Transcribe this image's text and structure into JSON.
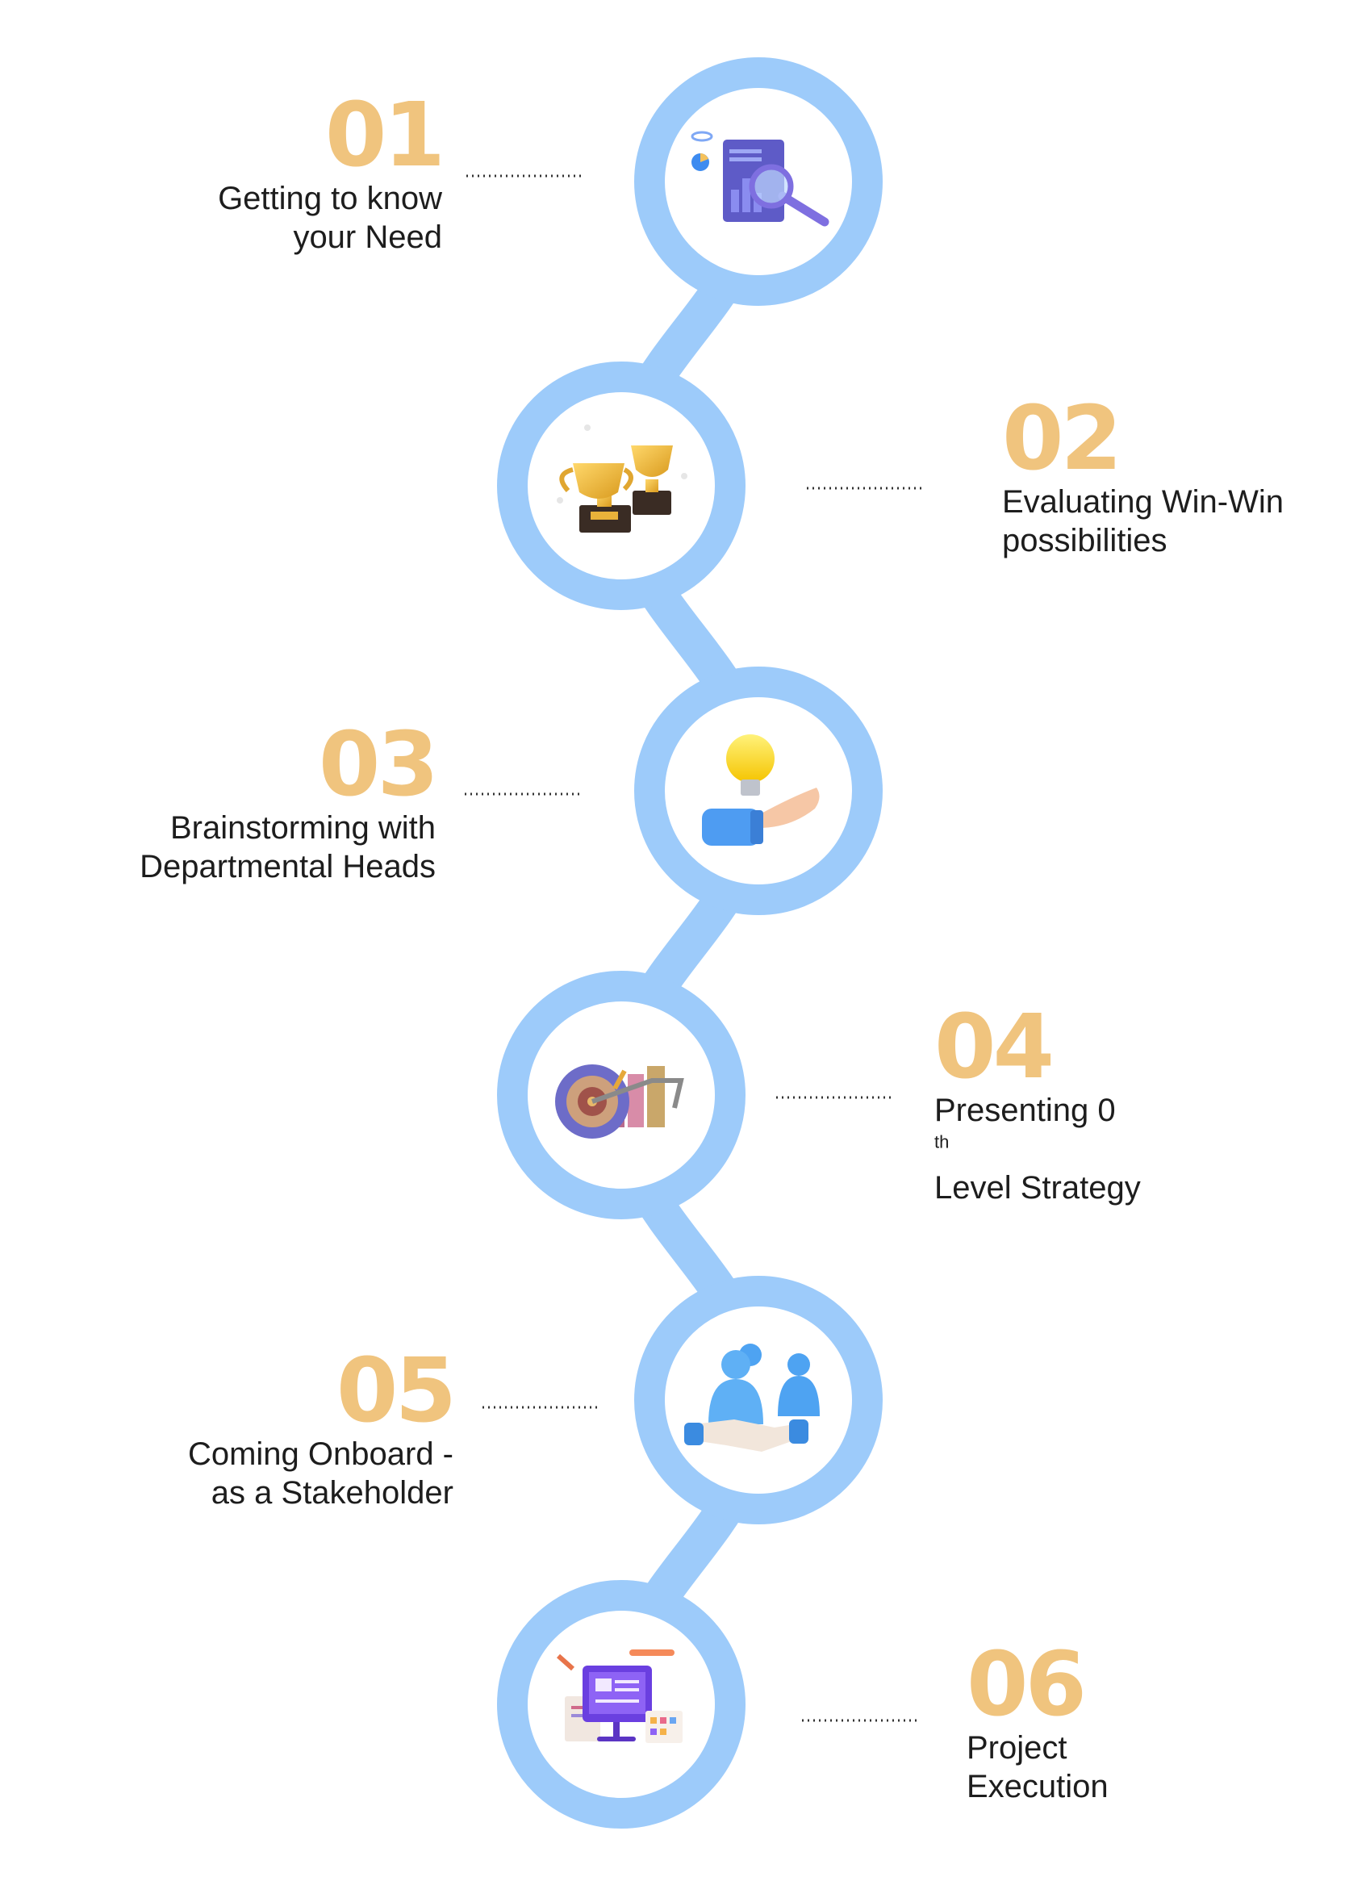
{
  "palette": {
    "track": "#9DCBFA",
    "number": "#F0C47E",
    "text": "#1d1d1d",
    "background": "#ffffff"
  },
  "steps": [
    {
      "number": "01",
      "line1": "Getting to know",
      "line2": "your Need",
      "icon": "chart-magnifier-icon"
    },
    {
      "number": "02",
      "line1": "Evaluating Win-Win",
      "line2": "possibilities",
      "icon": "trophies-icon"
    },
    {
      "number": "03",
      "line1": "Brainstorming with",
      "line2": "Departmental Heads",
      "icon": "lightbulb-hand-icon"
    },
    {
      "number": "04",
      "line1_prefix": "Presenting 0",
      "line1_sup": "th",
      "line2": "Level Strategy",
      "icon": "target-bars-icon"
    },
    {
      "number": "05",
      "line1": "Coming Onboard -",
      "line2": "as a Stakeholder",
      "icon": "handshake-people-icon"
    },
    {
      "number": "06",
      "line1": "Project",
      "line2": "Execution",
      "icon": "computer-design-icon"
    }
  ]
}
